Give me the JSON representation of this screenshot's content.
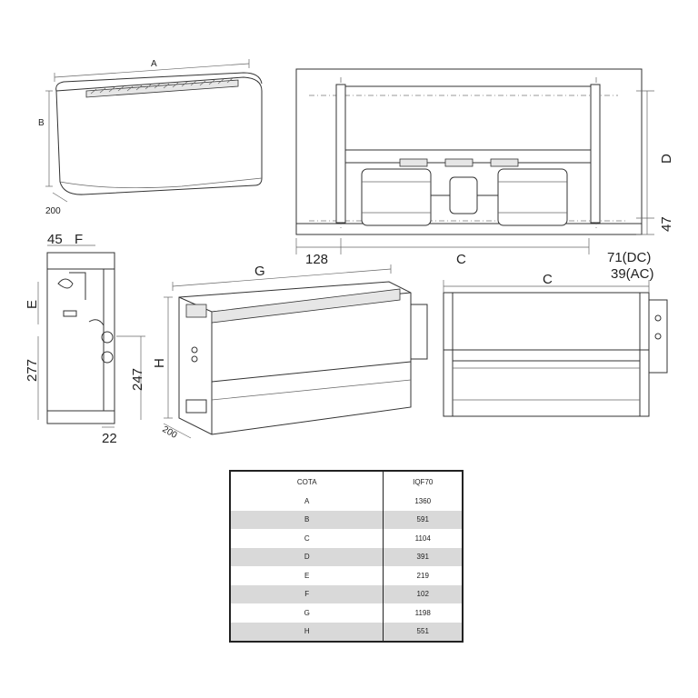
{
  "front_view": {
    "label_a": "A",
    "label_b": "B",
    "label_depth": "200"
  },
  "top_view": {
    "label_d": "D",
    "label_47": "47",
    "label_128": "128",
    "label_c": "C"
  },
  "side_view": {
    "label_45": "45",
    "label_f": "F",
    "label_e": "E",
    "label_277": "277",
    "label_247": "247",
    "label_22": "22"
  },
  "iso_view": {
    "label_g": "G",
    "label_h": "H",
    "label_depth": "200"
  },
  "front_open_view": {
    "label_c": "C",
    "label_dc": "71(DC)",
    "label_ac": "39(AC)"
  },
  "table": {
    "headers": [
      "COTA",
      "IQF70"
    ],
    "rows": [
      [
        "A",
        "1360"
      ],
      [
        "B",
        "591"
      ],
      [
        "C",
        "1104"
      ],
      [
        "D",
        "391"
      ],
      [
        "E",
        "219"
      ],
      [
        "F",
        "102"
      ],
      [
        "G",
        "1198"
      ],
      [
        "H",
        "551"
      ]
    ]
  }
}
